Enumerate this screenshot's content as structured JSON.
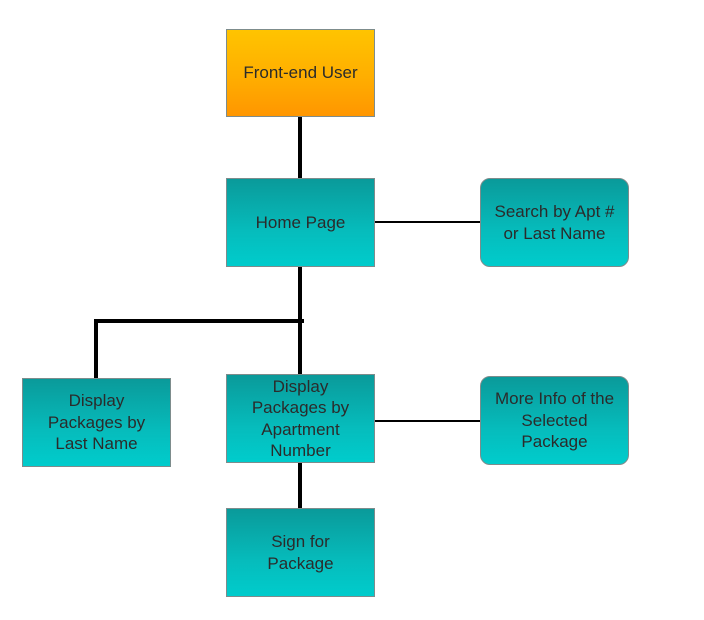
{
  "nodes": {
    "user": {
      "label": "Front-end User"
    },
    "home": {
      "label": "Home Page"
    },
    "search": {
      "label": "Search by Apt #\nor Last Name"
    },
    "by_last_name": {
      "label": "Display\nPackages by\nLast Name"
    },
    "by_apartment": {
      "label": "Display\nPackages by\nApartment\nNumber"
    },
    "more_info": {
      "label": "More Info of the\nSelected\nPackage"
    },
    "sign": {
      "label": "Sign for\nPackage"
    }
  },
  "colors": {
    "primary_node": "#ffa500",
    "secondary_node": "#00bebe",
    "connector": "#000000"
  }
}
